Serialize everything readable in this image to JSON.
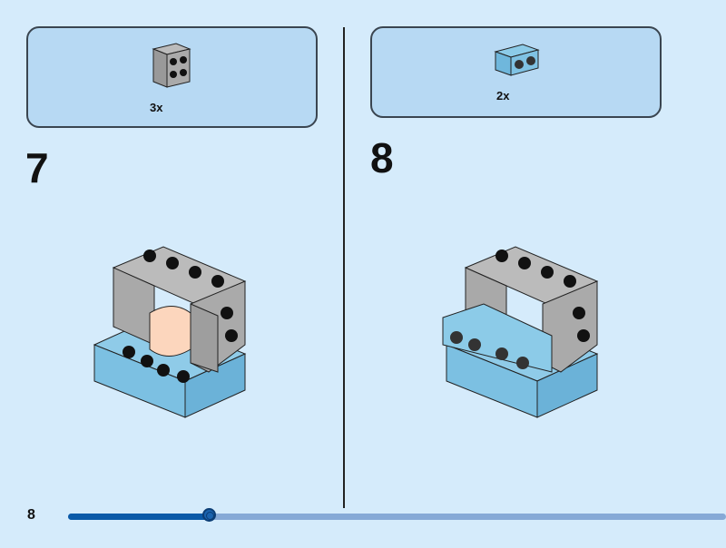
{
  "steps": [
    {
      "number": "7",
      "part_qty": "3x",
      "part": "gray-2x2-brick-with-side-studs"
    },
    {
      "number": "8",
      "part_qty": "2x",
      "part": "light-blue-1x2-brick-with-side-studs"
    }
  ],
  "footer": {
    "page_number": "8",
    "progress": 0.215
  },
  "colors": {
    "background": "#d5ebfb",
    "callout": "#b7d9f3",
    "progress_fill": "#0a5aa8",
    "progress_track": "#86a9d6"
  }
}
